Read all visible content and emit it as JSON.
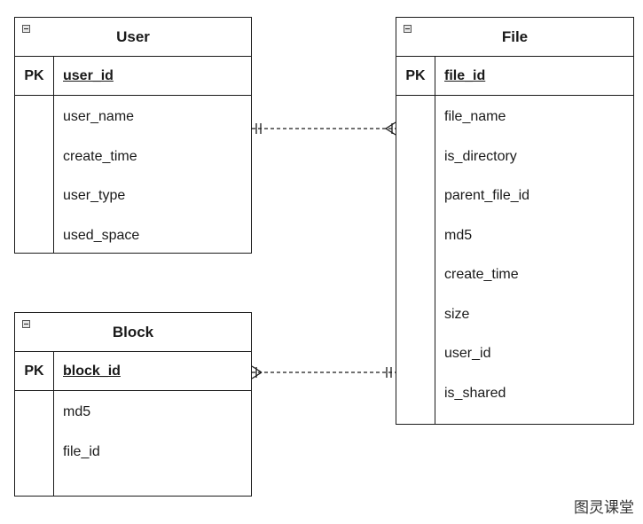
{
  "entities": {
    "user": {
      "title": "User",
      "pk_label": "PK",
      "pk": "user_id",
      "attributes": [
        "user_name",
        "create_time",
        "user_type",
        "used_space"
      ]
    },
    "file": {
      "title": "File",
      "pk_label": "PK",
      "pk": "file_id",
      "attributes": [
        "file_name",
        "is_directory",
        "parent_file_id",
        "md5",
        "create_time",
        "size",
        "user_id",
        "is_shared"
      ]
    },
    "block": {
      "title": "Block",
      "pk_label": "PK",
      "pk": "block_id",
      "attributes": [
        "md5",
        "file_id"
      ]
    }
  },
  "relationships": [
    {
      "from": "User",
      "to": "File",
      "from_cardinality": "one-and-only-one",
      "to_cardinality": "one-or-many",
      "style": "dashed"
    },
    {
      "from": "Block",
      "to": "File",
      "from_cardinality": "one-or-many",
      "to_cardinality": "one-and-only-one",
      "style": "dashed"
    }
  ],
  "watermark": "图灵课堂",
  "colors": {
    "line": "#1a1a1a",
    "background": "#ffffff"
  }
}
